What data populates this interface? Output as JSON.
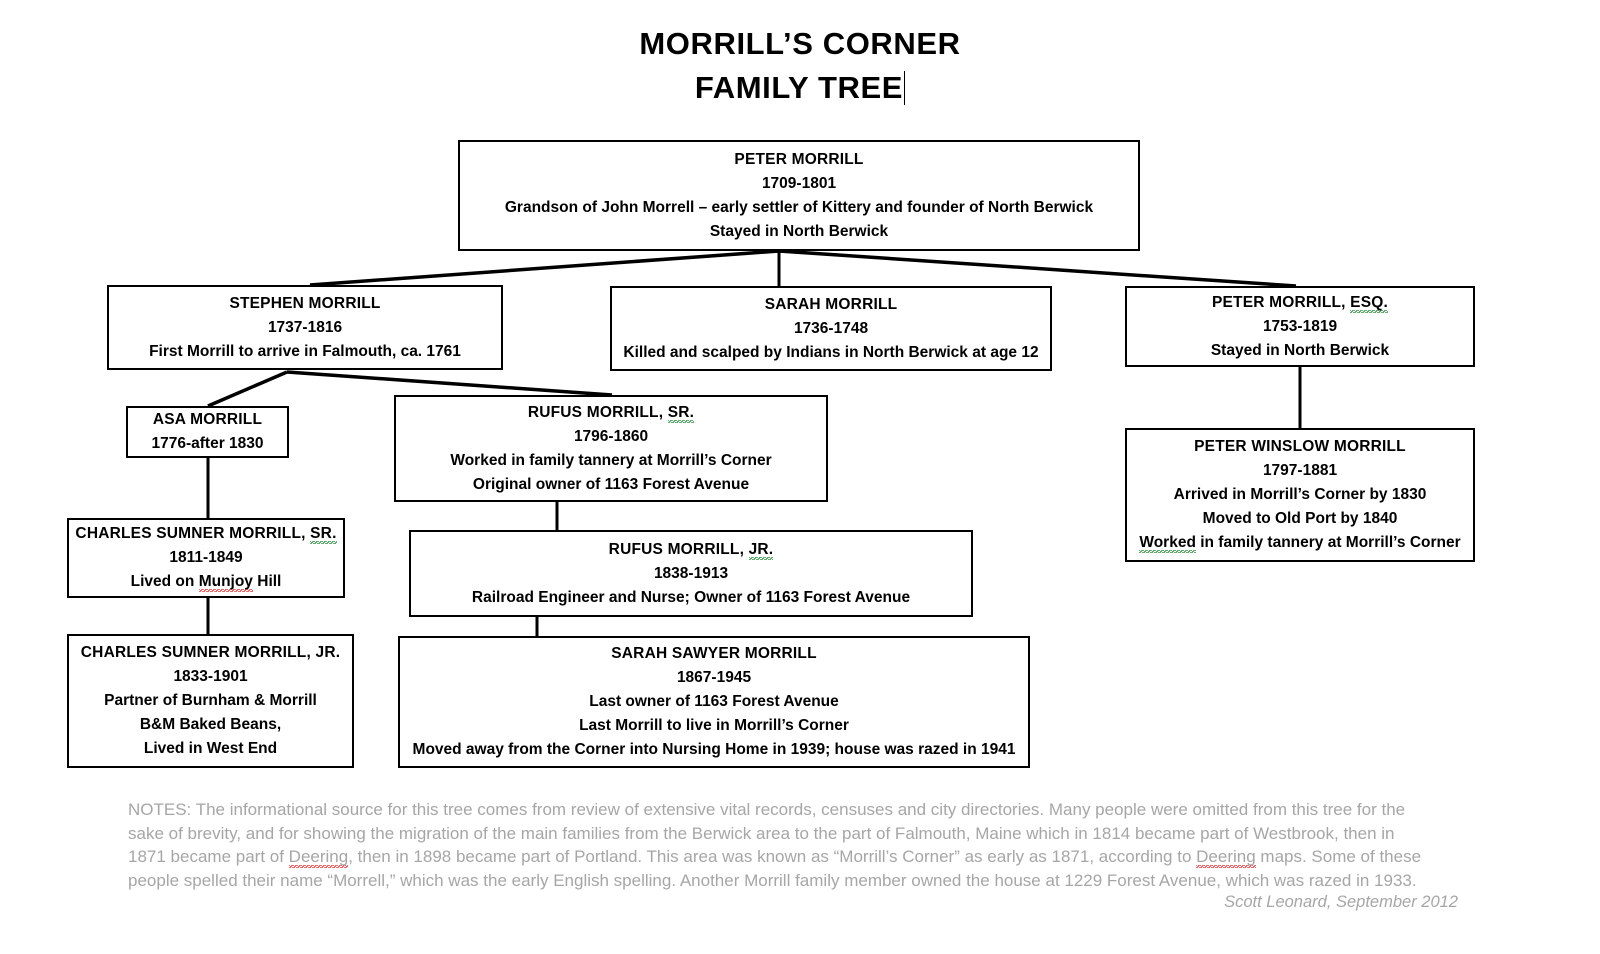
{
  "title": {
    "line1": "MORRILL’S CORNER",
    "line2": "FAMILY TREE"
  },
  "nodes": {
    "peter_morrill": {
      "name": "PETER MORRILL",
      "dates": "1709-1801",
      "note1": "Grandson of John Morrell – early settler of Kittery and founder of North Berwick",
      "note2": "Stayed in North Berwick"
    },
    "stephen_morrill": {
      "name": "STEPHEN MORRILL",
      "dates": "1737-1816",
      "note1": "First Morrill to arrive in Falmouth, ca. 1761"
    },
    "sarah_morrill": {
      "name": "SARAH MORRILL",
      "dates": "1736-1748",
      "note1": "Killed and scalped by Indians in North Berwick at age 12"
    },
    "peter_morrill_esq": {
      "name_a": "PETER MORRILL, ",
      "name_b": "ESQ.",
      "dates": "1753-1819",
      "note1": "Stayed in North Berwick"
    },
    "asa_morrill": {
      "name": "ASA MORRILL",
      "dates": "1776-after 1830"
    },
    "rufus_morrill_sr": {
      "name_a": "RUFUS MORRILL, ",
      "name_b": "SR.",
      "dates": "1796-1860",
      "note1": "Worked in family tannery at Morrill’s Corner",
      "note2": "Original owner of 1163 Forest Avenue"
    },
    "peter_winslow_morrill": {
      "name": "PETER WINSLOW MORRILL",
      "dates": "1797-1881",
      "note1": "Arrived in Morrill’s Corner by 1830",
      "note2": "Moved to Old Port by 1840",
      "note3_a": "Worked",
      "note3_b": " in family tannery at Morrill’s Corner"
    },
    "charles_sumner_morrill_sr": {
      "name_a": "CHARLES SUMNER MORRILL, ",
      "name_b": "SR.",
      "dates": "1811-1849",
      "note1_a": "Lived on ",
      "note1_b": "Munjoy",
      "note1_c": " Hill"
    },
    "charles_sumner_morrill_jr": {
      "name": "CHARLES SUMNER MORRILL, JR.",
      "dates": "1833-1901",
      "note1": "Partner of Burnham & Morrill",
      "note2": "B&M Baked Beans,",
      "note3": "Lived in West End"
    },
    "rufus_morrill_jr": {
      "name_a": "RUFUS MORRILL, ",
      "name_b": "JR.",
      "dates": "1838-1913",
      "note1": "Railroad Engineer and Nurse; Owner of 1163 Forest Avenue"
    },
    "sarah_sawyer_morrill": {
      "name": "SARAH SAWYER MORRILL",
      "dates": "1867-1945",
      "note1": "Last owner of 1163 Forest Avenue",
      "note2": "Last Morrill to live in Morrill’s Corner",
      "note3": "Moved away from the Corner into Nursing Home in 1939; house was razed in 1941"
    }
  },
  "notes": {
    "line1": "NOTES:  The informational source for this tree comes from review of extensive vital records, censuses and city directories.  Many people were omitted from this tree for the",
    "line2": "sake of brevity, and for showing the migration of the main families from the Berwick area to the part of Falmouth, Maine which in 1814 became part of Westbrook, then in",
    "line3_a": "1871 became part of ",
    "line3_b": "Deering",
    "line3_c": ", then in 1898 became part of Portland.  This area was known as “Morrill’s Corner” as early as 1871, according to ",
    "line3_d": "Deering",
    "line3_e": " maps.  Some of these",
    "line4": "people spelled their name “Morrell,” which was the early English spelling.  Another Morrill family member owned the house at 1229 Forest Avenue, which was razed in 1933.",
    "signature": "Scott Leonard, September 2012"
  },
  "colors": {
    "box_border": "#000000",
    "text": "#000000",
    "notes_text": "#a6a6a6",
    "spell_red": "#d83b3b",
    "grammar_green": "#2f8f3f",
    "background": "#ffffff"
  }
}
